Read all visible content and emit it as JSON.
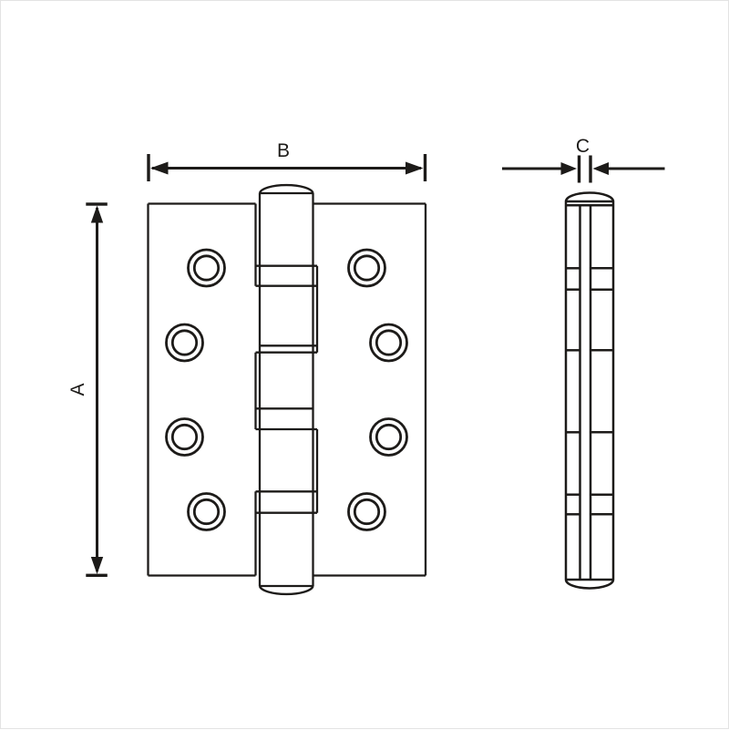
{
  "page": {
    "background": "#ffffff",
    "border_color": "#e3e3e3"
  },
  "drawing": {
    "line_color": "#1d1b19",
    "type": "hinge technical drawing",
    "labels": {
      "a": "A",
      "b": "B",
      "c": "C"
    }
  }
}
